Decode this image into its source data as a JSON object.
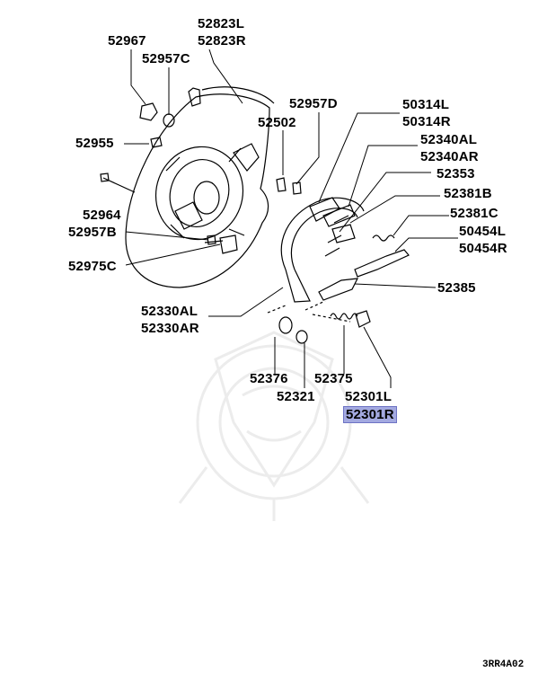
{
  "parts": [
    {
      "id": "52823L",
      "label": "52823L"
    },
    {
      "id": "52823R",
      "label": "52823R"
    },
    {
      "id": "52967",
      "label": "52967"
    },
    {
      "id": "52957C",
      "label": "52957C"
    },
    {
      "id": "52957D",
      "label": "52957D"
    },
    {
      "id": "52502",
      "label": "52502"
    },
    {
      "id": "52955",
      "label": "52955"
    },
    {
      "id": "52964",
      "label": "52964"
    },
    {
      "id": "52957B",
      "label": "52957B"
    },
    {
      "id": "52975C",
      "label": "52975C"
    },
    {
      "id": "50314L",
      "label": "50314L"
    },
    {
      "id": "50314R",
      "label": "50314R"
    },
    {
      "id": "52340AL",
      "label": "52340AL"
    },
    {
      "id": "52340AR",
      "label": "52340AR"
    },
    {
      "id": "52353",
      "label": "52353"
    },
    {
      "id": "52381B",
      "label": "52381B"
    },
    {
      "id": "52381C",
      "label": "52381C"
    },
    {
      "id": "50454L",
      "label": "50454L"
    },
    {
      "id": "50454R",
      "label": "50454R"
    },
    {
      "id": "52385",
      "label": "52385"
    },
    {
      "id": "52330AL",
      "label": "52330AL"
    },
    {
      "id": "52330AR",
      "label": "52330AR"
    },
    {
      "id": "52376",
      "label": "52376"
    },
    {
      "id": "52375",
      "label": "52375"
    },
    {
      "id": "52321",
      "label": "52321"
    },
    {
      "id": "52301L",
      "label": "52301L"
    },
    {
      "id": "52301R",
      "label": "52301R",
      "highlighted": true
    }
  ],
  "diagram_code": "3RR4A02",
  "colors": {
    "highlight": "#a3a9e0",
    "highlight_border": "#6d73c4",
    "ink": "#000000",
    "watermark": "#ececec"
  }
}
